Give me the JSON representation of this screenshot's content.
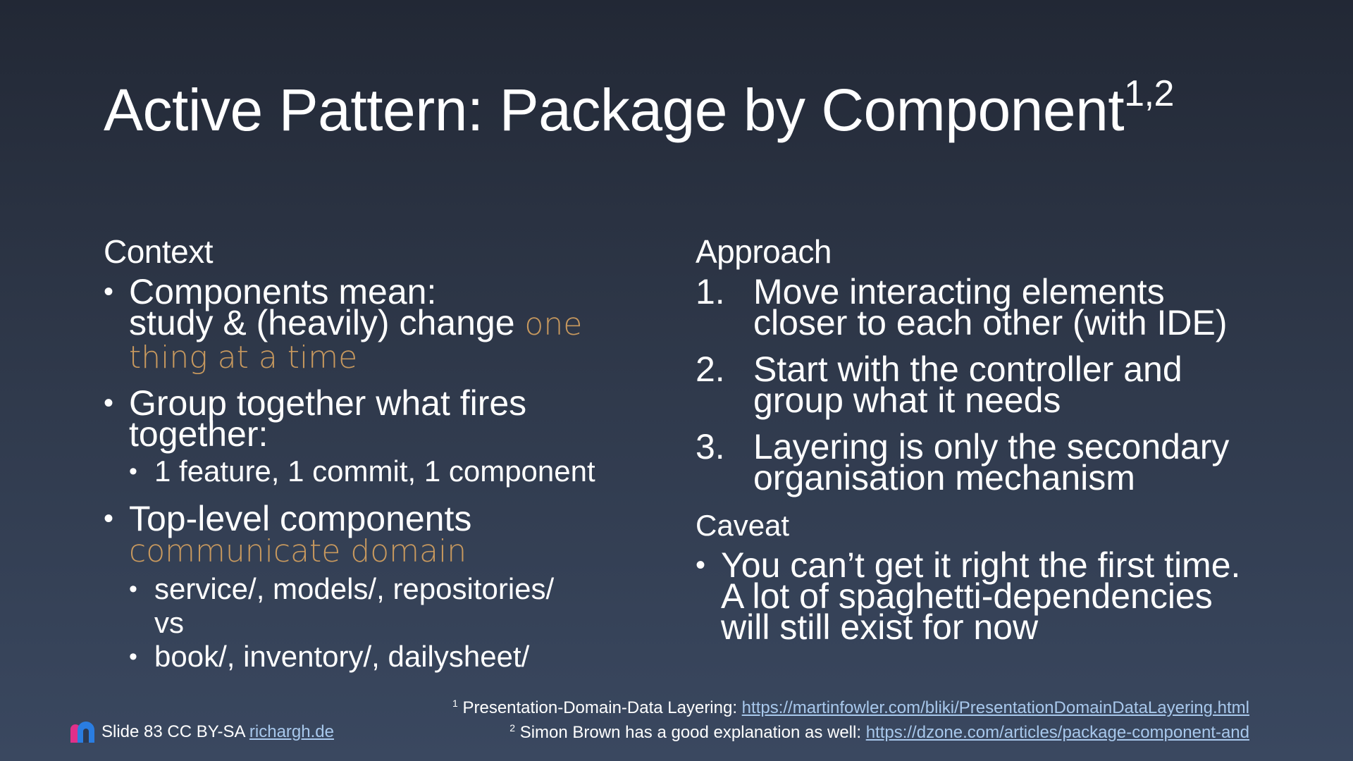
{
  "title": {
    "text": "Active Pattern: Package by Component",
    "sup": "1,2"
  },
  "left": {
    "heading": "Context",
    "bullet1": {
      "line1": "Components mean:",
      "line2_text": "study & (heavily) change ",
      "accent": "one thing at a time"
    },
    "bullet2": {
      "text": "Group together what fires together:",
      "sub1": "1 feature, 1 commit, 1 component"
    },
    "bullet3": {
      "text": "Top-level components",
      "accent": "communicate domain",
      "sub1": "service/, models/, repositories/",
      "vs": "vs",
      "sub2": "book/, inventory/, dailysheet/"
    }
  },
  "right": {
    "heading": "Approach",
    "steps": [
      {
        "n": "1.",
        "text": "Move interacting elements closer to each other (with IDE)"
      },
      {
        "n": "2.",
        "text": "Start with the controller and group what it needs"
      },
      {
        "n": "3.",
        "text": "Layering is only the secondary organisation mechanism"
      }
    ],
    "caveat_heading": "Caveat",
    "caveat_text": "You can’t get it right the first time. A lot of spaghetti-dependencies will still exist for now"
  },
  "footer": {
    "slide_text": "Slide 83 CC BY-SA ",
    "link_text": "richargh.de",
    "fn1_num": "1",
    "fn1_text": "Presentation-Domain-Data Layering: ",
    "fn1_link": "https://martinfowler.com/bliki/PresentationDomainDataLayering.html",
    "fn2_num": "2",
    "fn2_text": "Simon Brown has a good explanation as well: ",
    "fn2_link": "https://dzone.com/articles/package-component-and"
  },
  "colors": {
    "accent": "#c8995e",
    "link": "#a8c8ec",
    "background_top": "#222835",
    "background_bottom": "#3a4860"
  }
}
